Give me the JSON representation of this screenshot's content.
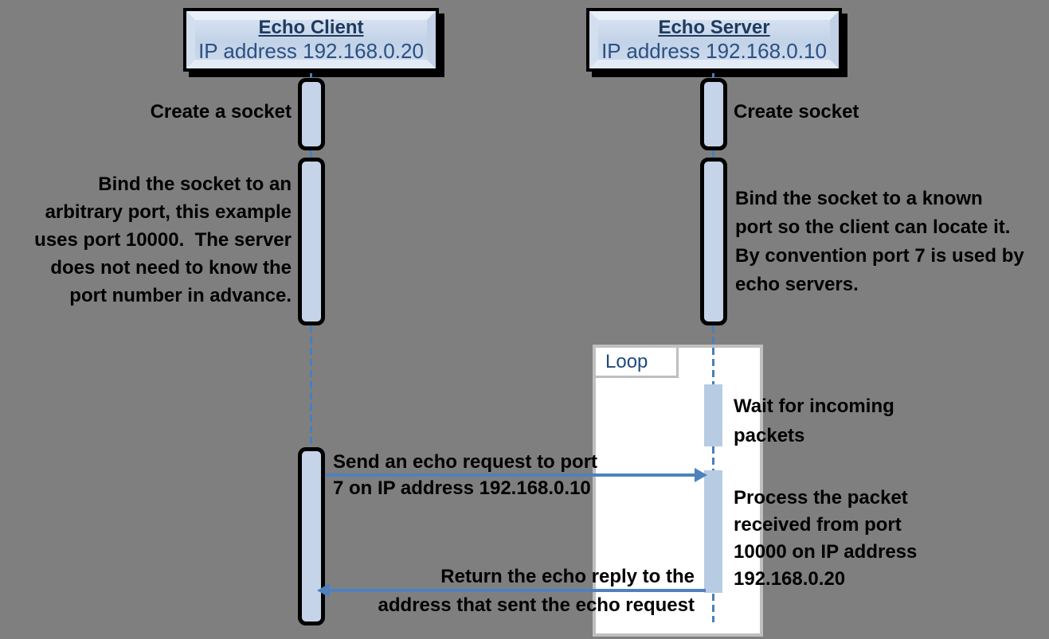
{
  "diagram": {
    "background_color": "#7F7F7F",
    "accent_color": "#4E81BD",
    "bar_fill_color": "#C5D4E8",
    "loop_bar_fill_color": "#B7CBE3",
    "loop_border_color": "#BFBFBF",
    "title_color": "#1E3A5F",
    "subtitle_color": "#2A5082",
    "loop_label_color": "#1F497D"
  },
  "actors": {
    "client": {
      "title": "Echo Client",
      "subtitle": "IP address 192.168.0.20"
    },
    "server": {
      "title": "Echo Server",
      "subtitle": "IP address 192.168.0.10"
    }
  },
  "loop": {
    "label": "Loop"
  },
  "messages": {
    "client_create": {
      "lines": [
        "Create a socket"
      ]
    },
    "server_create": {
      "lines": [
        "Create socket"
      ]
    },
    "client_bind": {
      "lines": [
        "Bind the socket to an",
        "arbitrary port, this example",
        "uses port 10000.  The server",
        "does not need to know the",
        "port number in advance."
      ]
    },
    "server_bind": {
      "lines": [
        "Bind the socket to a known",
        "port so the client can locate it.",
        "By convention port 7 is used by",
        "echo servers."
      ]
    },
    "wait": {
      "lines": [
        "Wait for incoming",
        "packets"
      ]
    },
    "send": {
      "lines": [
        "Send an echo request to port",
        "7 on IP address 192.168.0.10"
      ]
    },
    "process": {
      "lines": [
        "Process the packet",
        "received from port",
        "10000 on IP address",
        "192.168.0.20"
      ]
    },
    "return": {
      "lines": [
        "Return the echo reply to the",
        "address that sent the echo request"
      ]
    }
  }
}
